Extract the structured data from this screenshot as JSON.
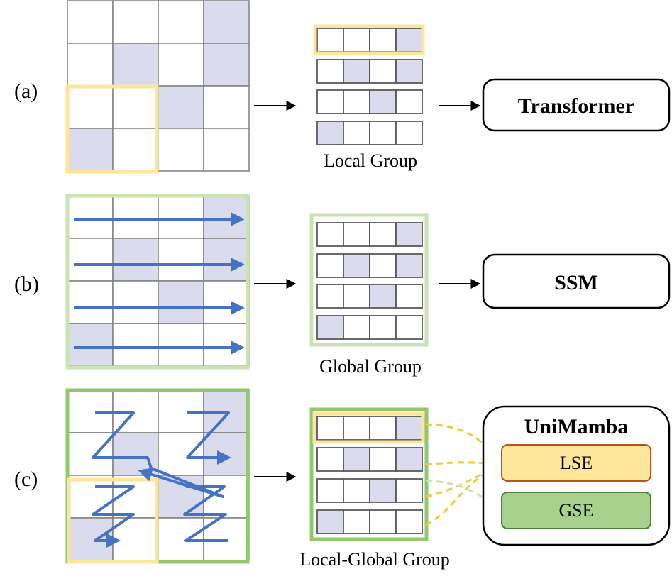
{
  "panels": [
    {
      "label": "(a)",
      "group_caption": "Local Group",
      "model_label": "Transformer"
    },
    {
      "label": "(b)",
      "group_caption": "Global Group",
      "model_label": "SSM"
    },
    {
      "label": "(c)",
      "group_caption": "Local-Global Group",
      "model_label": "UniMamba",
      "modules": [
        {
          "label": "LSE",
          "fill": "#fde59a",
          "stroke": "#b8531f"
        },
        {
          "label": "GSE",
          "fill": "#a9d18e",
          "stroke": "#507e32"
        }
      ]
    }
  ],
  "grid": {
    "rows": 4,
    "cols": 4,
    "shaded": [
      [
        0,
        3
      ],
      [
        1,
        1
      ],
      [
        1,
        3
      ],
      [
        2,
        2
      ],
      [
        3,
        0
      ]
    ]
  },
  "colors": {
    "cell_shade": "#dadcee",
    "grid_line": "#7f7f7f",
    "local_highlight": "#fde59a",
    "global_light": "#c9e3b5",
    "global_dark": "#92c76d",
    "scan_arrow": "#4472c4",
    "lse_link": "#f5c842",
    "gse_link": "#c9e3b5"
  }
}
